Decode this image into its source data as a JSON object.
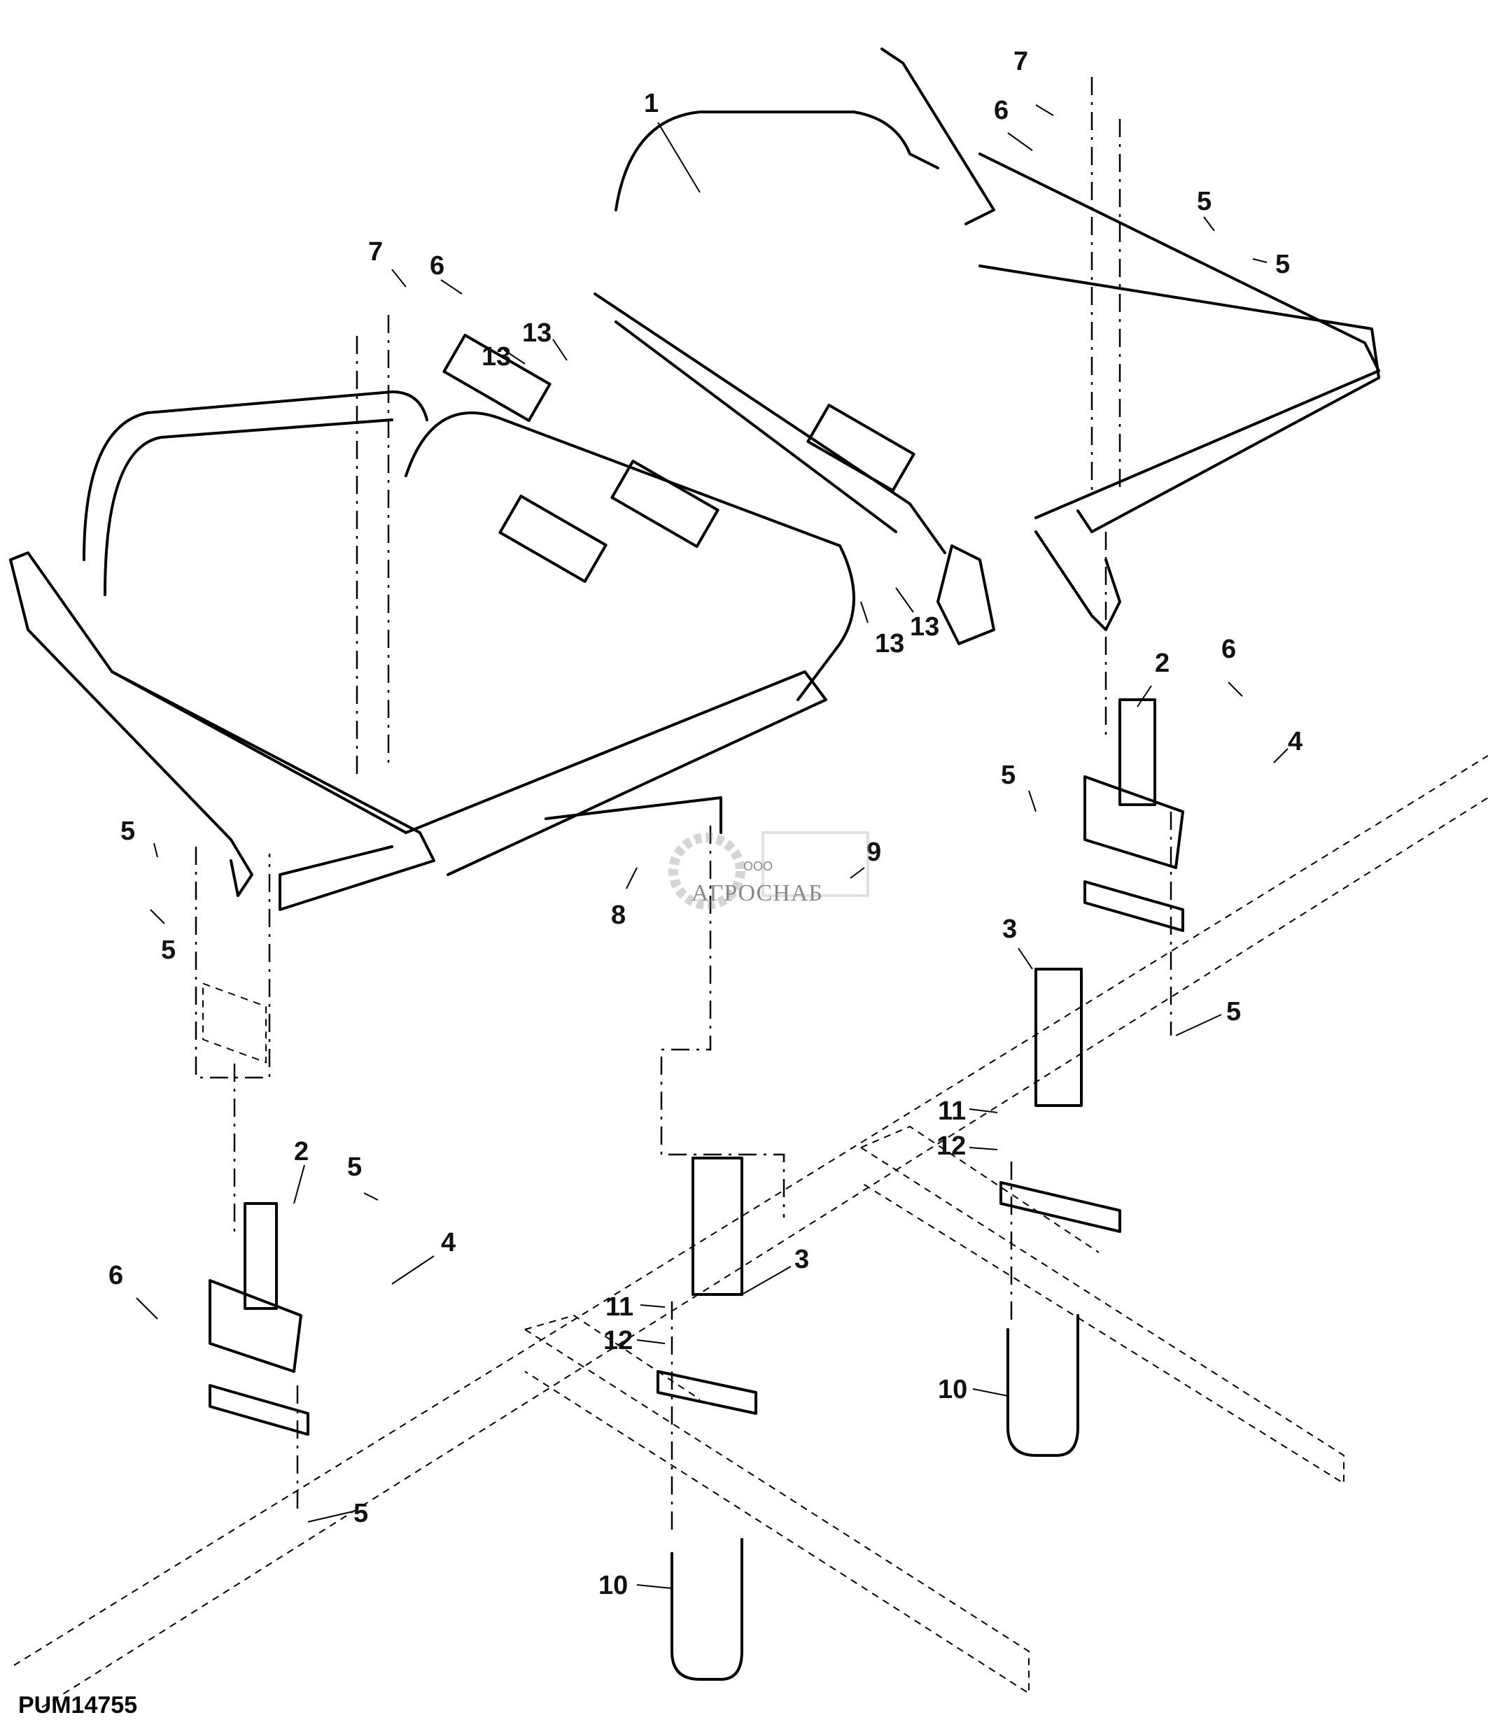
{
  "figure_id": "PUM14755",
  "watermark": {
    "small": "ООО",
    "text": "АГРОСНАБ"
  },
  "callouts": [
    {
      "label": "1"
    },
    {
      "label": "7"
    },
    {
      "label": "6"
    },
    {
      "label": "5"
    },
    {
      "label": "5"
    },
    {
      "label": "7"
    },
    {
      "label": "6"
    },
    {
      "label": "13"
    },
    {
      "label": "13"
    },
    {
      "label": "13"
    },
    {
      "label": "13"
    },
    {
      "label": "2"
    },
    {
      "label": "6"
    },
    {
      "label": "4"
    },
    {
      "label": "5"
    },
    {
      "label": "5"
    },
    {
      "label": "5"
    },
    {
      "label": "8"
    },
    {
      "label": "9"
    },
    {
      "label": "3"
    },
    {
      "label": "5"
    },
    {
      "label": "11"
    },
    {
      "label": "12"
    },
    {
      "label": "2"
    },
    {
      "label": "5"
    },
    {
      "label": "4"
    },
    {
      "label": "6"
    },
    {
      "label": "3"
    },
    {
      "label": "11"
    },
    {
      "label": "12"
    },
    {
      "label": "10"
    },
    {
      "label": "5"
    },
    {
      "label": "10"
    }
  ]
}
